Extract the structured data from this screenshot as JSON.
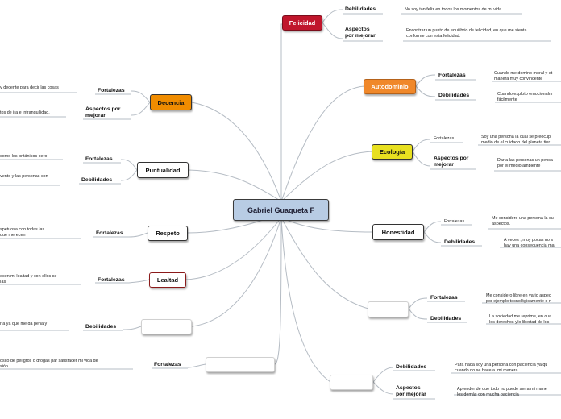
{
  "root": {
    "label": "Gabriel Guaqueta F"
  },
  "colors": {
    "root_fill": "#b8cce4",
    "felicidad": "#c0162c",
    "autodominio": "#f0882a",
    "decencia": "#f08c00",
    "ecologia": "#e8e020",
    "lealtad_border": "#8b1a1a",
    "link": "#b5bcc4"
  },
  "right_branches": {
    "felicidad": {
      "label": "Felicidad",
      "debilidades": "Debilidades",
      "debilidades_text": "No soy tan feliz en todos los momentos de mi vida.",
      "aspectos": "Aspectos\npor mejorar",
      "aspectos_text": "Encontrar un punto de equilibrio de felicidad, en que me sienta\nconforme con esta felicidad."
    },
    "autodominio": {
      "label": "Autodominio",
      "fortalezas": "Fortalezas",
      "fortalezas_text": "Cuando me domino moral y et\nmanera muy convincente",
      "debilidades": "Debilidades",
      "debilidades_text": "Cuando exploto emocionalm\nfácilmente"
    },
    "ecologia": {
      "label": "Ecología",
      "fortalezas": "Fortalezas",
      "fortalezas_text": "Soy una persona la cual se preocup\nmedio de el cuidado del planeta tier",
      "aspectos": "Aspectos por\nmejorar",
      "aspectos_text": "Dar a las personas un pensa\npor el medio ambiente"
    },
    "honestidad": {
      "label": "Honestidad",
      "fortalezas": "Fortalezas",
      "fortalezas_text": "Me considero una persona la cu\naspectos.",
      "debilidades": "Debilidades",
      "debilidades_text": "A veces , muy pocas no s\nhay una consecuencia ma"
    },
    "blank1": {
      "label": "",
      "fortalezas": "Fortalezas",
      "fortalezas_text": "Me considero libre en vario aspec\npor ejemplo tecnológicamente o n",
      "debilidades": "Debilidades",
      "debilidades_text": "La sociedad me reprime, en cua\nlos derechos y/o libertad de los"
    },
    "blank2": {
      "label": "",
      "debilidades": "Debilidades",
      "debilidades_text": "Para nada soy una persona con paciencia ya qu\ncuando no se hace a  mi manera",
      "aspectos": "Aspectos\npor mejorar",
      "aspectos_text": "Aprender de que todo no puede ser a mi mane\nlos demás con mucha paciencia"
    }
  },
  "left_branches": {
    "decencia": {
      "label": "Decencia",
      "fortalezas": "Fortalezas",
      "fortalezas_text": "y decente para decir las cosas",
      "aspectos": "Aspectos por\nmejorar",
      "aspectos_text": "tos de ira  e intranquilidad."
    },
    "puntualidad": {
      "label": "Puntualidad",
      "fortalezas": "Fortalezas",
      "fortalezas_text": "como los británicos pero",
      "debilidades": "Debilidades",
      "debilidades_text": "vento y las personas con"
    },
    "respeto": {
      "label": "Respeto",
      "fortalezas": "Fortalezas",
      "fortalezas_text": "spetuosa con todas las\nque merecen"
    },
    "lealtad": {
      "label": "Lealtad",
      "fortalezas": "Fortalezas",
      "fortalezas_text": "ecen mi lealtad y con ellos se\nías"
    },
    "blank3": {
      "label": "",
      "debilidades": "Debilidades",
      "debilidades_text": "ría ya que me da pena y"
    },
    "blank4": {
      "label": "",
      "fortalezas": "Fortalezas",
      "fortalezas_text": "ósito de peligros o drogas par satisfacer mi vida de\nsión"
    }
  }
}
